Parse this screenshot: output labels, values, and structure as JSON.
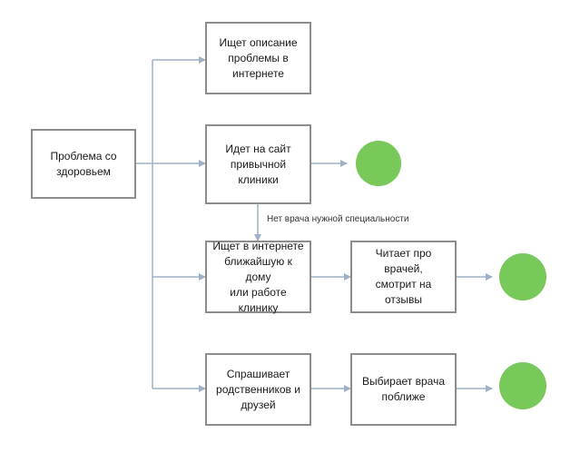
{
  "colors": {
    "box_border": "#8c8c8c",
    "connector": "#9fb1c7",
    "success": "#78c85a",
    "text": "#1a1a1a"
  },
  "nodes": {
    "health_problem": "Проблема со\nздоровьем",
    "search_description": "Ищет описание\nпроблемы в\nинтернете",
    "usual_clinic": "Идет на сайт\nпривычной\nклиники",
    "nearest_clinic": "Ищет в интернете\nближайшую к дому\nили работе клинику",
    "reads_reviews": "Читает про врачей,\nсмотрит на отзывы",
    "asks_relatives": "Спрашивает\nродственников и\nдрузей",
    "chooses_doctor": "Выбирает врача\nпоближе"
  },
  "edge_labels": {
    "no_specialist": "Нет врача нужной специальности"
  }
}
